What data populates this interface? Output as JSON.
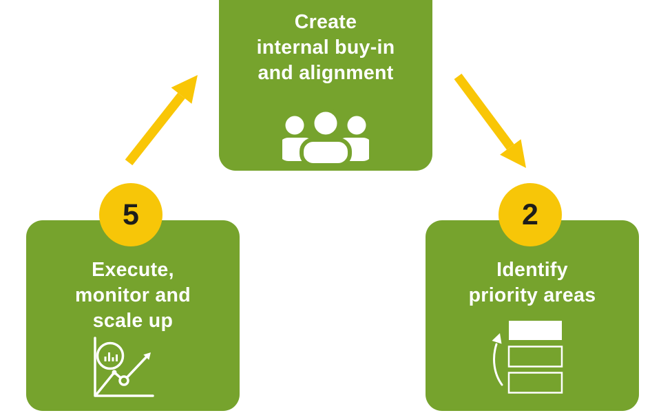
{
  "diagram": {
    "type": "process-cycle-infographic",
    "steps": [
      {
        "id": "create-internal-buy-in",
        "label": "Create internal buy-in and alignment",
        "lines": [
          "Create",
          "internal buy-in",
          "and alignment"
        ],
        "icon": "people-group-icon",
        "position": "top-center"
      },
      {
        "id": "identify-priority-areas",
        "number": "2",
        "label": "Identify priority areas",
        "lines": [
          "Identify",
          "priority areas"
        ],
        "icon": "priority-stack-icon",
        "position": "bottom-right"
      },
      {
        "id": "execute-monitor-scale-up",
        "number": "5",
        "label": "Execute, monitor and scale up",
        "lines": [
          "Execute,",
          "monitor and",
          "scale up"
        ],
        "icon": "growth-chart-icon",
        "position": "bottom-left"
      }
    ],
    "connectors": [
      {
        "from": "execute-monitor-scale-up",
        "to": "create-internal-buy-in",
        "direction": "up-right"
      },
      {
        "from": "create-internal-buy-in",
        "to": "identify-priority-areas",
        "direction": "down-right"
      }
    ]
  },
  "colors": {
    "box_green": "#76A32D",
    "badge_yellow": "#F7C608",
    "arrow_yellow": "#F9C606",
    "label_text": "#FFFFFF",
    "badge_number": "#1D1D1B",
    "background": "#FFFFFF"
  }
}
